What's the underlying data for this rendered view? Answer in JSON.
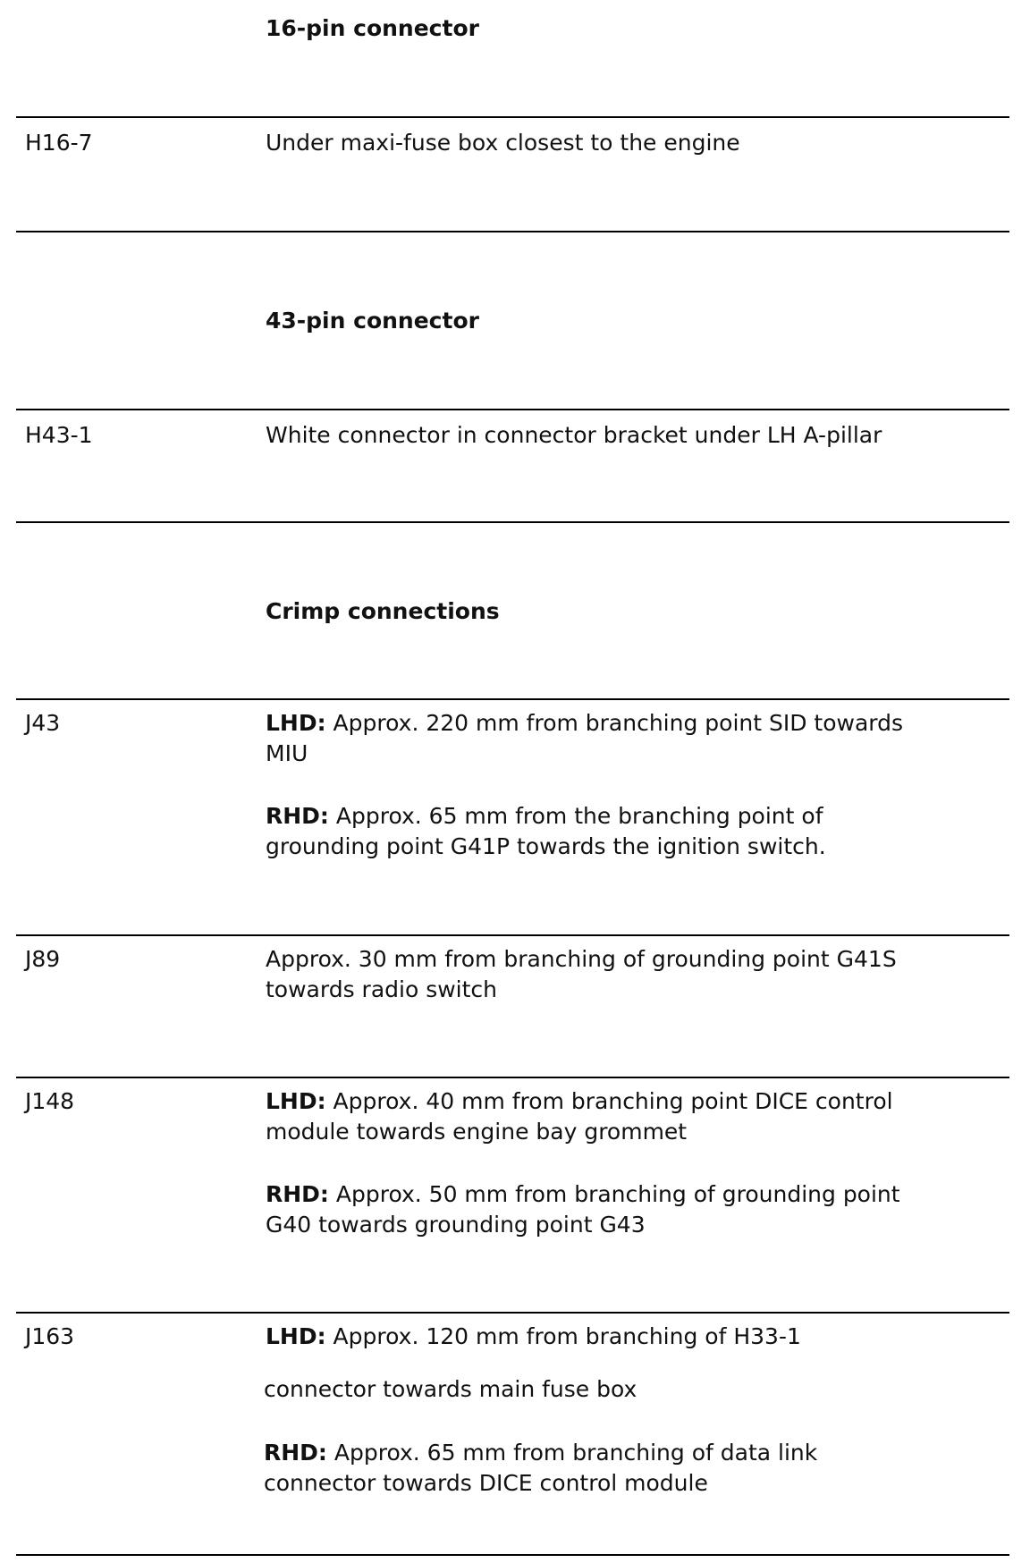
{
  "sections": [
    {
      "heading": "16-pin connector",
      "rows": [
        {
          "id": "H16-7",
          "lines": [
            {
              "text": "Under maxi-fuse box closest to the engine"
            }
          ]
        }
      ]
    },
    {
      "heading": "43-pin connector",
      "rows": [
        {
          "id": "H43-1",
          "lines": [
            {
              "text": "White connector in connector bracket under LH A-pillar"
            }
          ]
        }
      ]
    },
    {
      "heading": "Crimp connections",
      "rows": [
        {
          "id": "J43",
          "lines": [
            {
              "label": "LHD:",
              "text": " Approx. 220 mm from branching point SID towards"
            },
            {
              "text": "MIU"
            },
            {
              "label": "RHD:",
              "text": " Approx. 65 mm from the branching point of"
            },
            {
              "text": "grounding point G41P towards the ignition switch."
            }
          ]
        },
        {
          "id": "J89",
          "lines": [
            {
              "text": "Approx. 30 mm from branching of grounding point G41S"
            },
            {
              "text": "towards radio switch"
            }
          ]
        },
        {
          "id": "J148",
          "lines": [
            {
              "label": "LHD:",
              "text": " Approx. 40 mm from branching point DICE control"
            },
            {
              "text": "module towards engine bay grommet"
            },
            {
              "label": "RHD:",
              "text": " Approx. 50 mm from branching of grounding point"
            },
            {
              "text": "G40 towards grounding point G43"
            }
          ]
        },
        {
          "id": "J163",
          "lines": [
            {
              "label": "LHD:",
              "text": " Approx. 120 mm from branching of H33-1"
            },
            {
              "text": "connector towards main fuse box"
            },
            {
              "label": "RHD:",
              "text": " Approx. 65 mm from branching of data link"
            },
            {
              "text": "connector towards DICE control module"
            }
          ]
        }
      ]
    }
  ]
}
